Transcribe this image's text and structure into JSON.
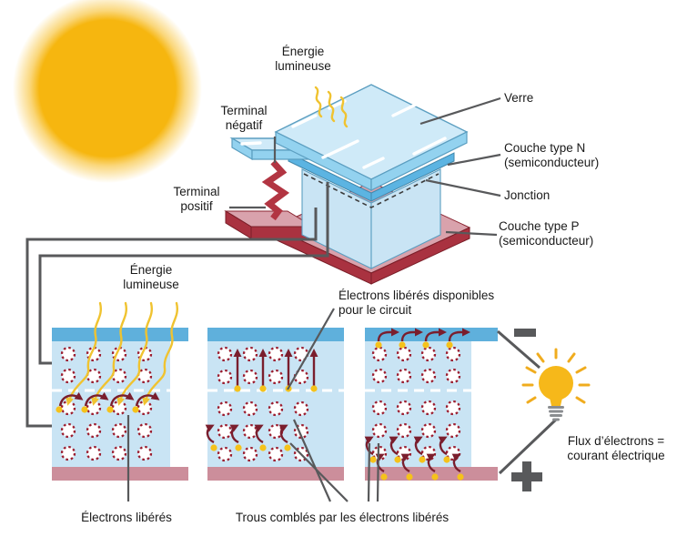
{
  "labels": {
    "light_energy_cell": "Énergie\nlumineuse",
    "negative_terminal": "Terminal\nnégatif",
    "positive_terminal": "Terminal\npositif",
    "glass": "Verre",
    "n_layer": "Couche type N\n(semiconducteur)",
    "junction": "Jonction",
    "p_layer": "Couche type P\n(semiconducteur)",
    "light_energy_panel": "Énergie\nlumineuse",
    "freed_electrons": "Électrons libérés",
    "available_electrons": "Électrons libérés disponibles\npour le circuit",
    "holes_filled": "Trous comblés par les électrons libérés",
    "electron_flow": "Flux d’électrons =\ncourant électrique",
    "minus_symbol": "−",
    "plus_symbol": "+"
  },
  "colors": {
    "sun": "#F6B60F",
    "ray_yellow": "#F0C330",
    "bar_blue": "#5FB0DC",
    "body_blue": "#C9E4F4",
    "pink_bar": "#CC8E9B",
    "atom_red": "#9B1C2E",
    "arrow_maroon": "#7A1E2D",
    "electron_yellow": "#F5C21B",
    "wire_gray": "#58595B",
    "glass_top": "#CFEAF8",
    "glass_side": "#93D2EF",
    "n_layer": "#5CB4E2",
    "p_top": "#D9A2AC",
    "p_side": "#A93240",
    "terminal_red": "#B23542",
    "bulb_yellow": "#F6B81A"
  }
}
